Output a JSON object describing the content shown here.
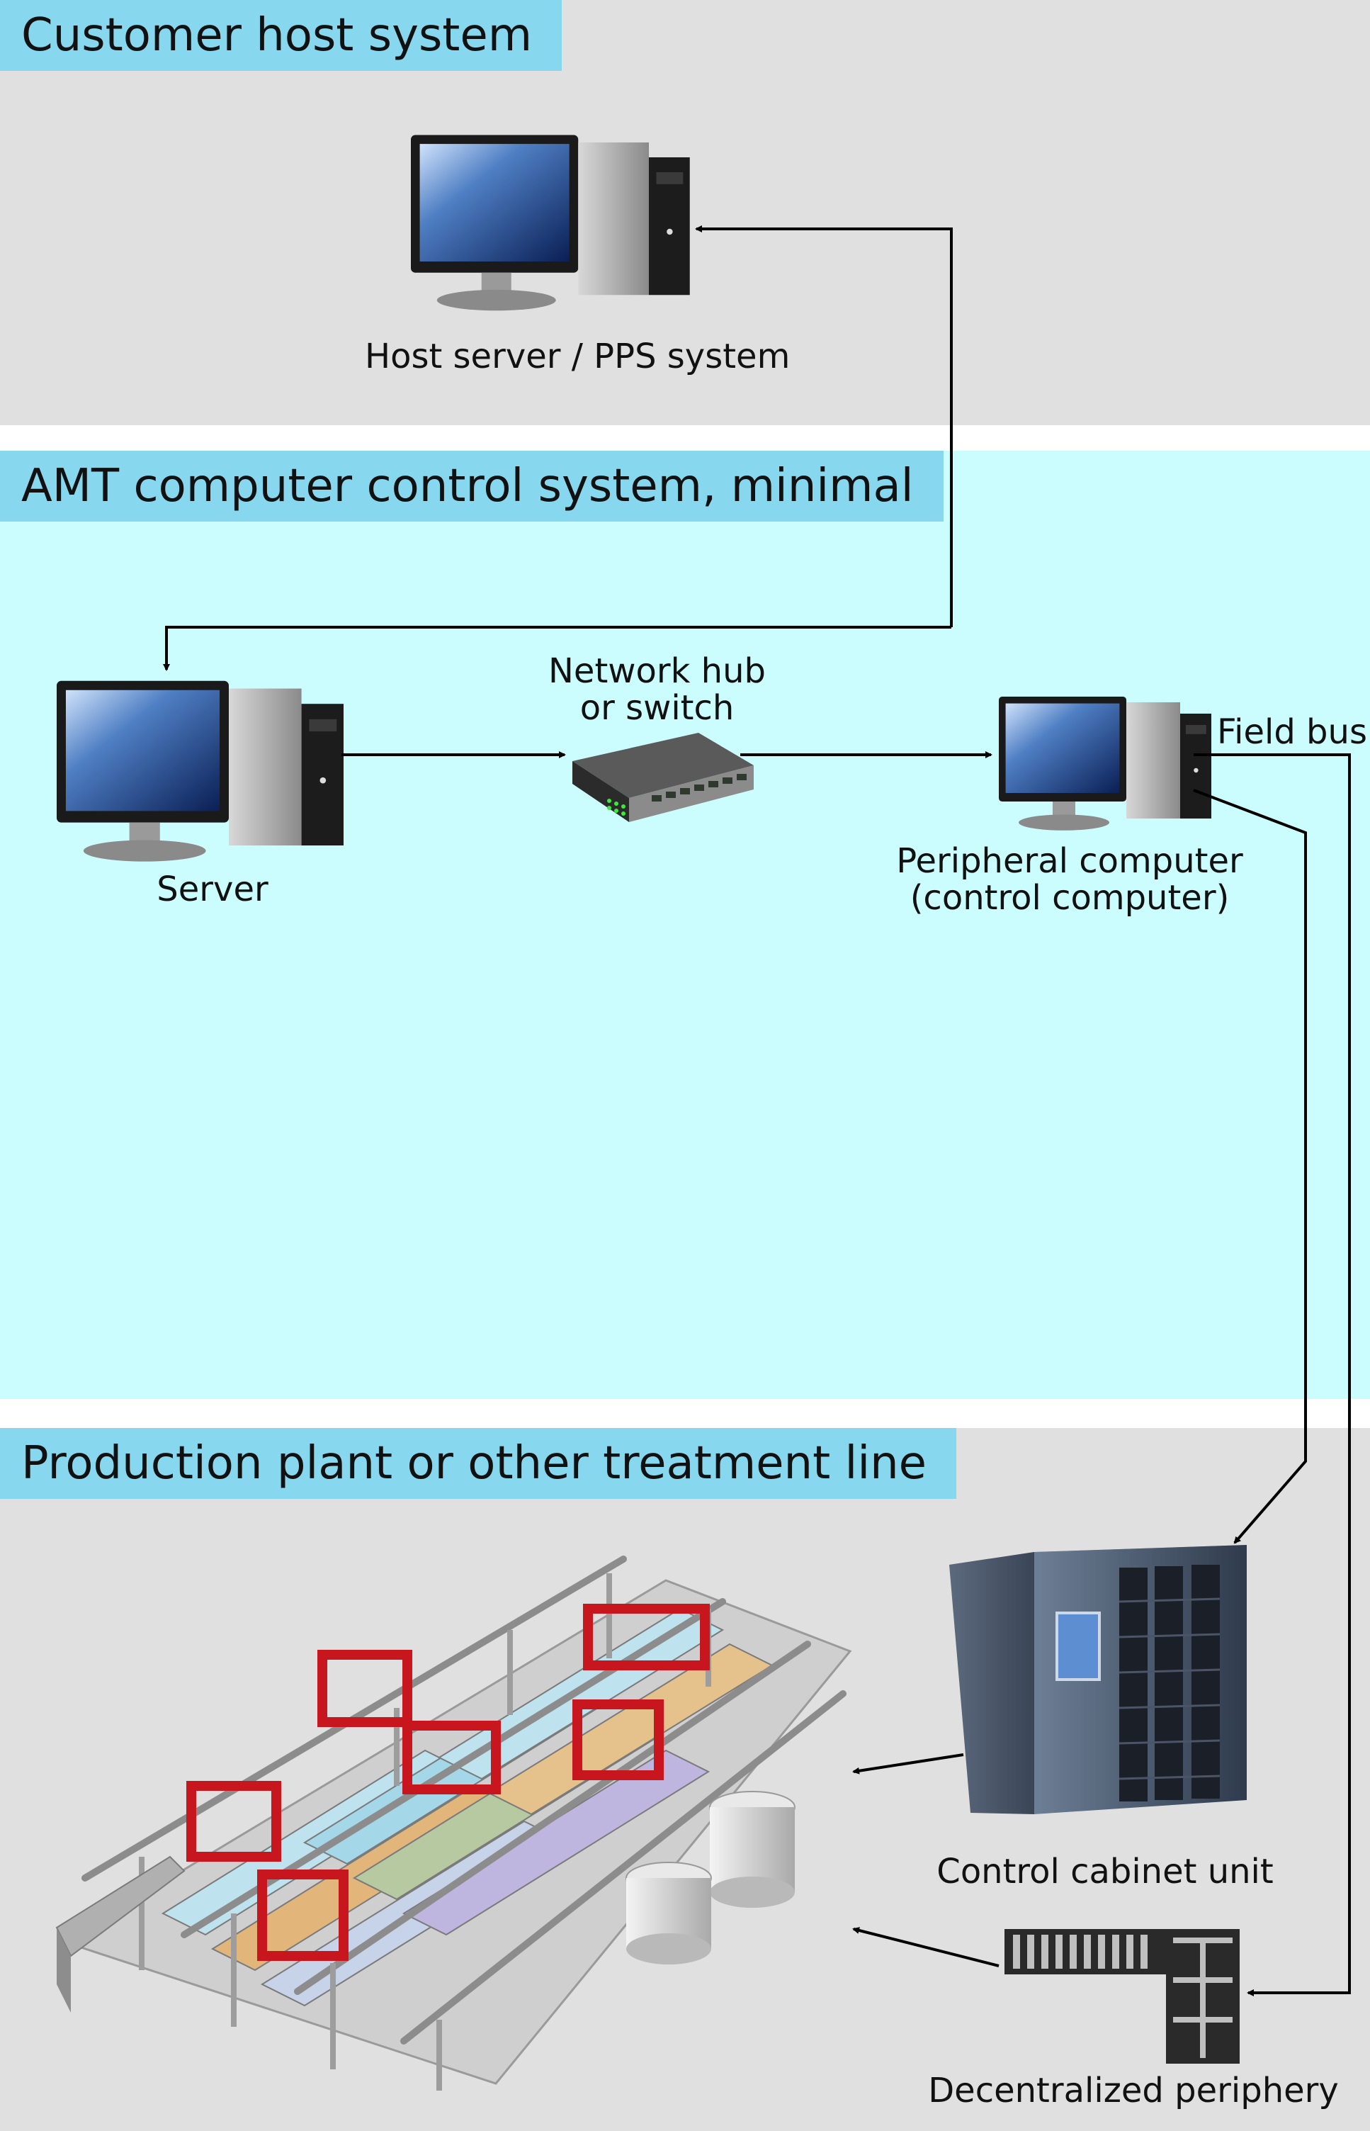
{
  "sections": {
    "host": {
      "title": "Customer host system"
    },
    "amt": {
      "title": "AMT computer control system, minimal"
    },
    "plant": {
      "title": "Production plant or other treatment line"
    }
  },
  "nodes": {
    "host_server": "Host server / PPS system",
    "server": "Server",
    "network_hub_line1": "Network hub",
    "network_hub_line2": "or switch",
    "peripheral_line1": "Peripheral computer",
    "peripheral_line2": "(control computer)",
    "field_bus": "Field bus",
    "control_cabinet": "Control cabinet unit",
    "decentralized": "Decentralized periphery"
  },
  "colors": {
    "host_bg": "#e0e0e0",
    "amt_bg": "#ccfdfe",
    "plant_bg": "#e0e0e0",
    "title_bg": "#87d7ee",
    "crane_red": "#c8161e"
  }
}
